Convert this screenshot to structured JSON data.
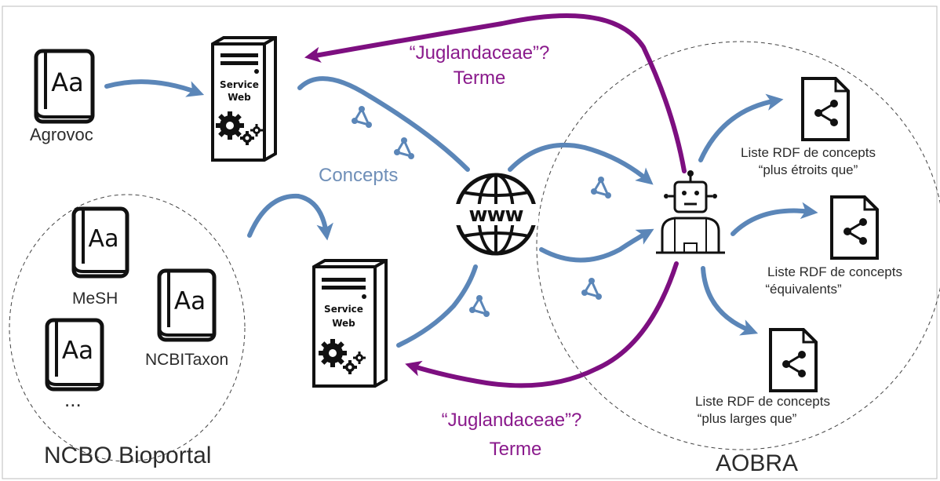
{
  "vocabularies": {
    "agrovoc": "Agrovoc",
    "mesh": "MeSH",
    "ncbitaxon": "NCBITaxon",
    "more": "..."
  },
  "book_glyph": "Aa",
  "server": {
    "line1": "Service",
    "line2": "Web"
  },
  "labels": {
    "ncbo_bioportal": "NCBO Bioportal",
    "aobra": "AOBRA",
    "concepts": "Concepts",
    "query_top": "“Juglandaceae”?",
    "term_top": "Terme",
    "query_bottom": "“Juglandaceae”?",
    "term_bottom": "Terme",
    "www": "www"
  },
  "outputs": {
    "narrower_line1": "Liste RDF de concepts",
    "narrower_line2": "“plus étroits que”",
    "equivalent_line1": "Liste RDF de concepts",
    "equivalent_line2": "“équivalents”",
    "broader_line1": "Liste RDF de concepts",
    "broader_line2": "“plus larges que”"
  },
  "colors": {
    "flow_arrow": "#5b86b8",
    "query_arrow": "#7d0f80",
    "icon": "#111111",
    "share_node": "#5b86b8"
  }
}
